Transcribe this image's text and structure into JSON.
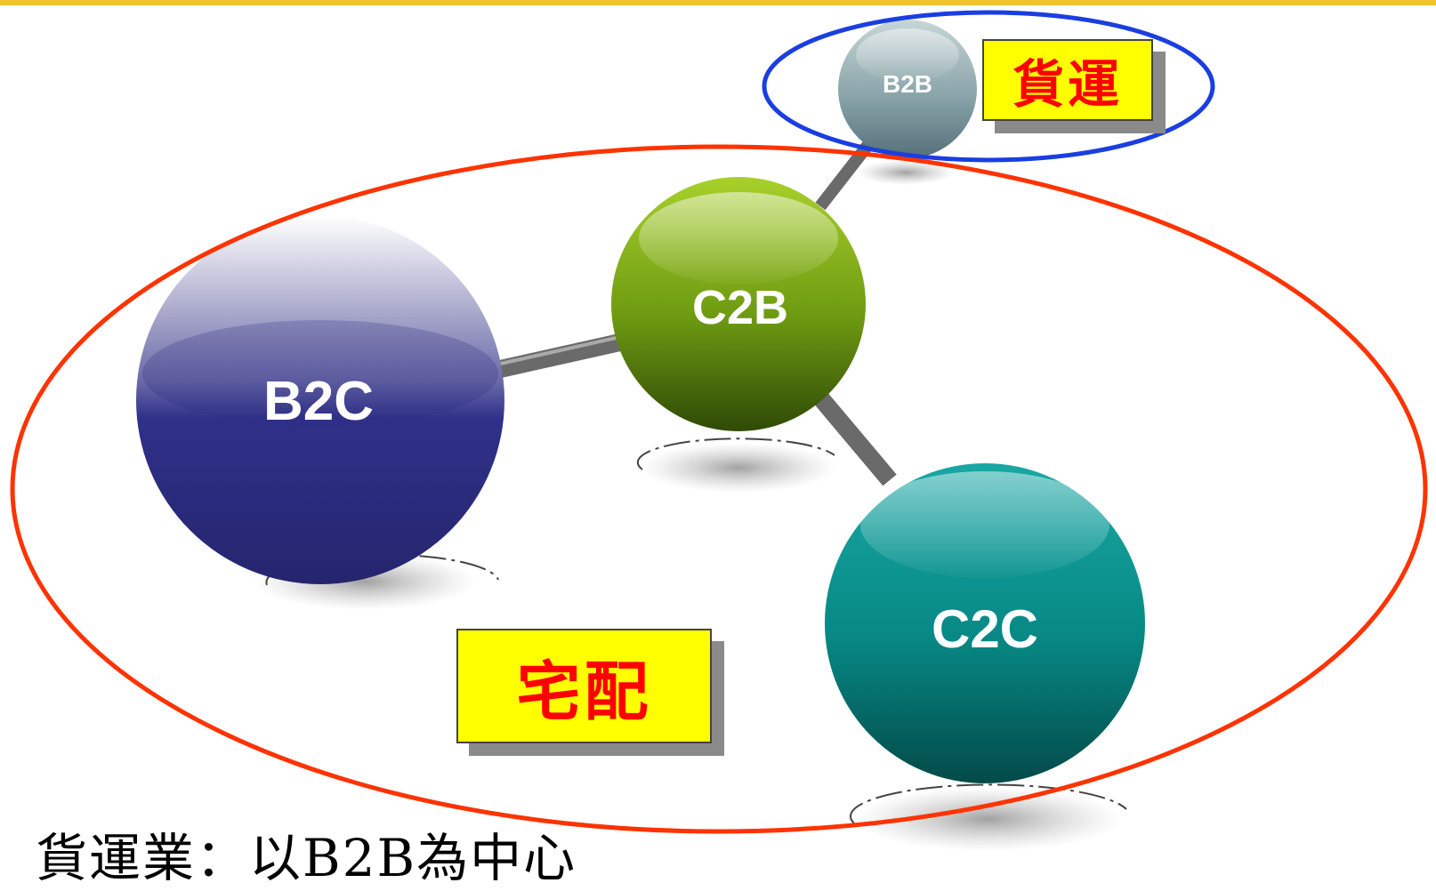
{
  "nodes": {
    "b2b": "B2B",
    "c2b": "C2B",
    "b2c": "B2C",
    "c2c": "C2C"
  },
  "labels": {
    "freight": "貨運",
    "delivery": "宅配"
  },
  "caption": "貨運業：以B2B為中心",
  "colors": {
    "freight_ellipse": "#1a3ee0",
    "delivery_ellipse": "#ff3300",
    "label_fill": "#ffff00",
    "label_text": "#ff0000",
    "top_bar": "#f2c230",
    "b2c": "#2e2e86",
    "c2b": "#6e9a12",
    "c2c": "#0a8a88",
    "b2b": "#8aa4aa"
  }
}
